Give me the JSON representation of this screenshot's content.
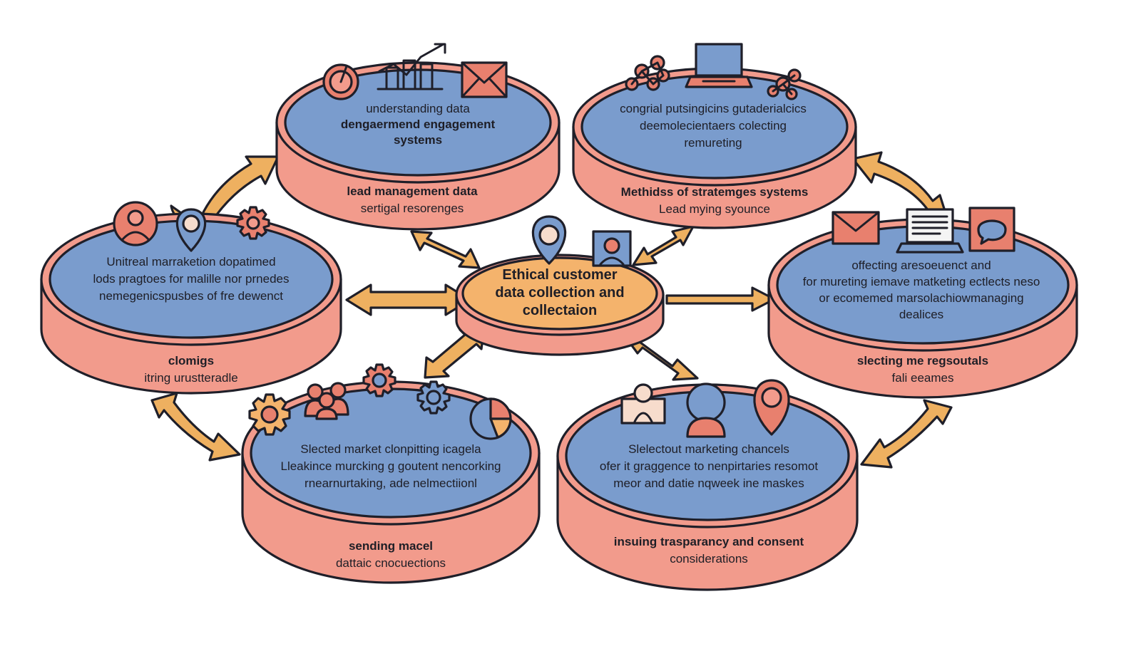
{
  "colors": {
    "disc_top": "#7a9ccd",
    "disc_side": "#f29b8c",
    "center_fill": "#f4b36c",
    "arrow": "#eeb060",
    "ink": "#1f1f29",
    "icon_accent": "#e8806e"
  },
  "center": {
    "lines": [
      "Ethical customer",
      "data collection and",
      "collectaion"
    ]
  },
  "nodes": [
    {
      "id": "top-left",
      "top_lines": [
        "understanding data",
        "dengaermend engagement",
        "systems"
      ],
      "side_lines": [
        "lead management data",
        "sertigal resorenges"
      ],
      "icons": [
        "target-icon",
        "bar-chart-icon",
        "mail-icon"
      ]
    },
    {
      "id": "top-right",
      "top_lines": [
        "congrial putsingicins gutaderialcics",
        "deemolecientaers colecting",
        "remureting"
      ],
      "side_lines": [
        "Methidss of stratemges systems",
        "Lead mying syounce"
      ],
      "icons": [
        "network-icon",
        "laptop-icon",
        "network-icon"
      ]
    },
    {
      "id": "middle-left",
      "top_lines": [
        "Unitreal marraketion dopatimed",
        "lods pragtoes for malille nor prnedes",
        "nemegenicspusbes of fre dewenct"
      ],
      "side_lines": [
        "clomigs",
        "itring urustteradle"
      ],
      "icons": [
        "user-icon",
        "location-pin-icon",
        "gear-icon"
      ]
    },
    {
      "id": "middle-right",
      "top_lines": [
        "offecting aresoeuenct and",
        "for mureting iemave matketing ectlects neso",
        "or ecomemed marsolachiowmanaging",
        "dealices"
      ],
      "side_lines": [
        "slecting me regsoutals",
        "fali eeames"
      ],
      "icons": [
        "mail-icon",
        "laptop-icon",
        "chat-icon"
      ]
    },
    {
      "id": "bottom-left",
      "top_lines": [
        "Slected market clonpitting icagela",
        "Lleakince murcking g goutent nencorking",
        "rnearnurtaking, ade nelmectiionl"
      ],
      "side_lines": [
        "sending macel",
        "dattaic cnocuections"
      ],
      "icons": [
        "gear-icon",
        "users-icon",
        "gear-icon",
        "gear-icon",
        "pie-chart-icon"
      ]
    },
    {
      "id": "bottom-right",
      "top_lines": [
        "Slelectout marketing chancels",
        "ofer it graggence to nenpirtaries resomot",
        "meor and  datie nqweek ine maskes"
      ],
      "side_lines": [
        "insuing trasparancy and consent",
        "considerations"
      ],
      "icons": [
        "user-icon",
        "user-icon",
        "location-pin-icon"
      ]
    }
  ]
}
